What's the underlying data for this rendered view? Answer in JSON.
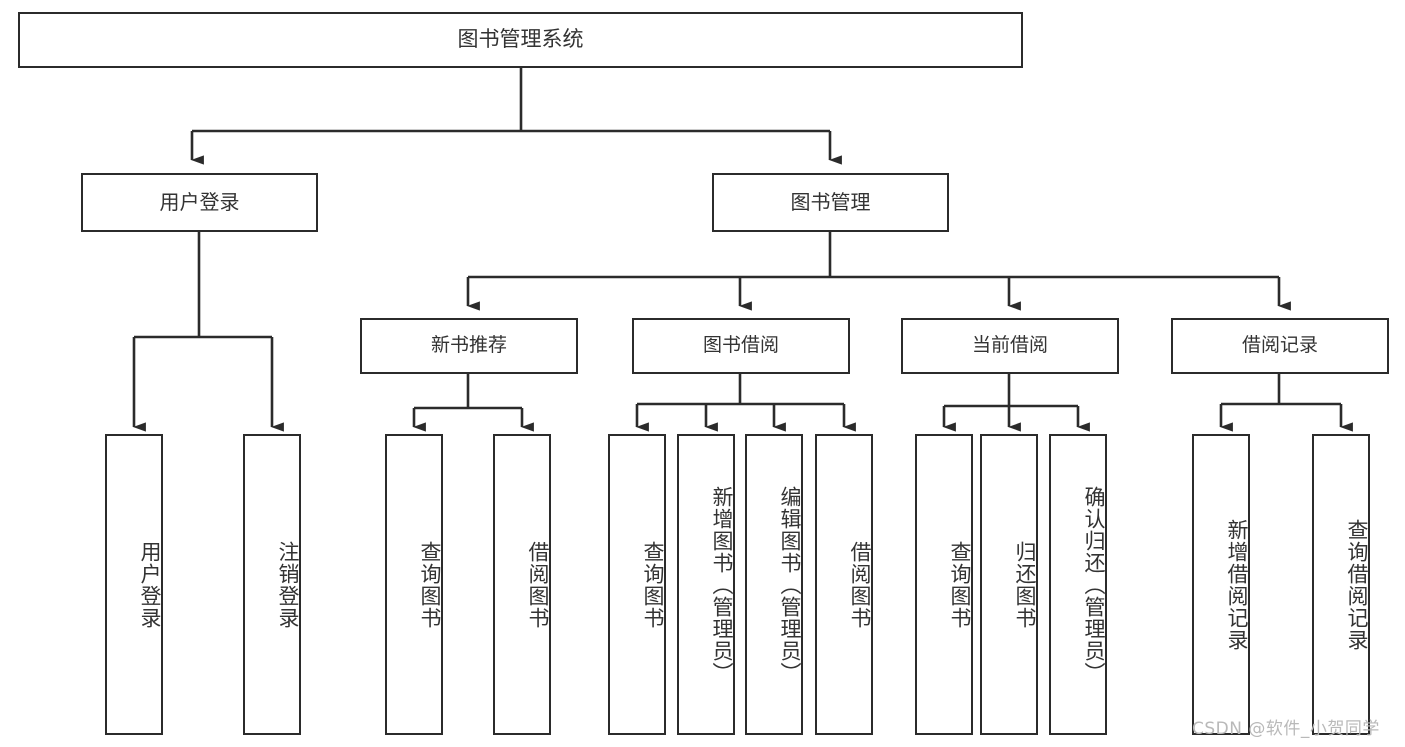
{
  "diagram": {
    "type": "tree",
    "title": "图书管理系统",
    "watermark": "CSDN @软件_小贺同学",
    "colors": {
      "box_border": "#2b2b2b",
      "box_fill": "#ffffff",
      "text": "#333333",
      "connector": "#2b2b2b",
      "watermark": "#b9b9b9",
      "background": "#ffffff"
    },
    "nodes": {
      "root": {
        "label": "图书管理系统"
      },
      "level1": [
        {
          "id": "user-login",
          "label": "用户登录"
        },
        {
          "id": "book-manage",
          "label": "图书管理"
        }
      ],
      "level2": [
        {
          "id": "new-book-rec",
          "label": "新书推荐"
        },
        {
          "id": "book-borrow",
          "label": "图书借阅"
        },
        {
          "id": "current-borrow",
          "label": "当前借阅"
        },
        {
          "id": "borrow-record",
          "label": "借阅记录"
        }
      ],
      "leaves": {
        "user-login": [
          {
            "id": "leaf-user-login",
            "label": "用户登录"
          },
          {
            "id": "leaf-logout",
            "label": "注销登录"
          }
        ],
        "new-book-rec": [
          {
            "id": "leaf-query-book-1",
            "label": "查询图书"
          },
          {
            "id": "leaf-borrow-book-1",
            "label": "借阅图书"
          }
        ],
        "book-borrow": [
          {
            "id": "leaf-query-book-2",
            "label": "查询图书"
          },
          {
            "id": "leaf-add-book",
            "label": "新增图书（管理员）"
          },
          {
            "id": "leaf-edit-book",
            "label": "编辑图书（管理员）"
          },
          {
            "id": "leaf-borrow-book-2",
            "label": "借阅图书"
          }
        ],
        "current-borrow": [
          {
            "id": "leaf-query-book-3",
            "label": "查询图书"
          },
          {
            "id": "leaf-return-book",
            "label": "归还图书"
          },
          {
            "id": "leaf-confirm-return",
            "label": "确认归还（管理员）"
          }
        ],
        "borrow-record": [
          {
            "id": "leaf-add-record",
            "label": "新增借阅记录"
          },
          {
            "id": "leaf-query-record",
            "label": "查询借阅记录"
          }
        ]
      }
    }
  }
}
